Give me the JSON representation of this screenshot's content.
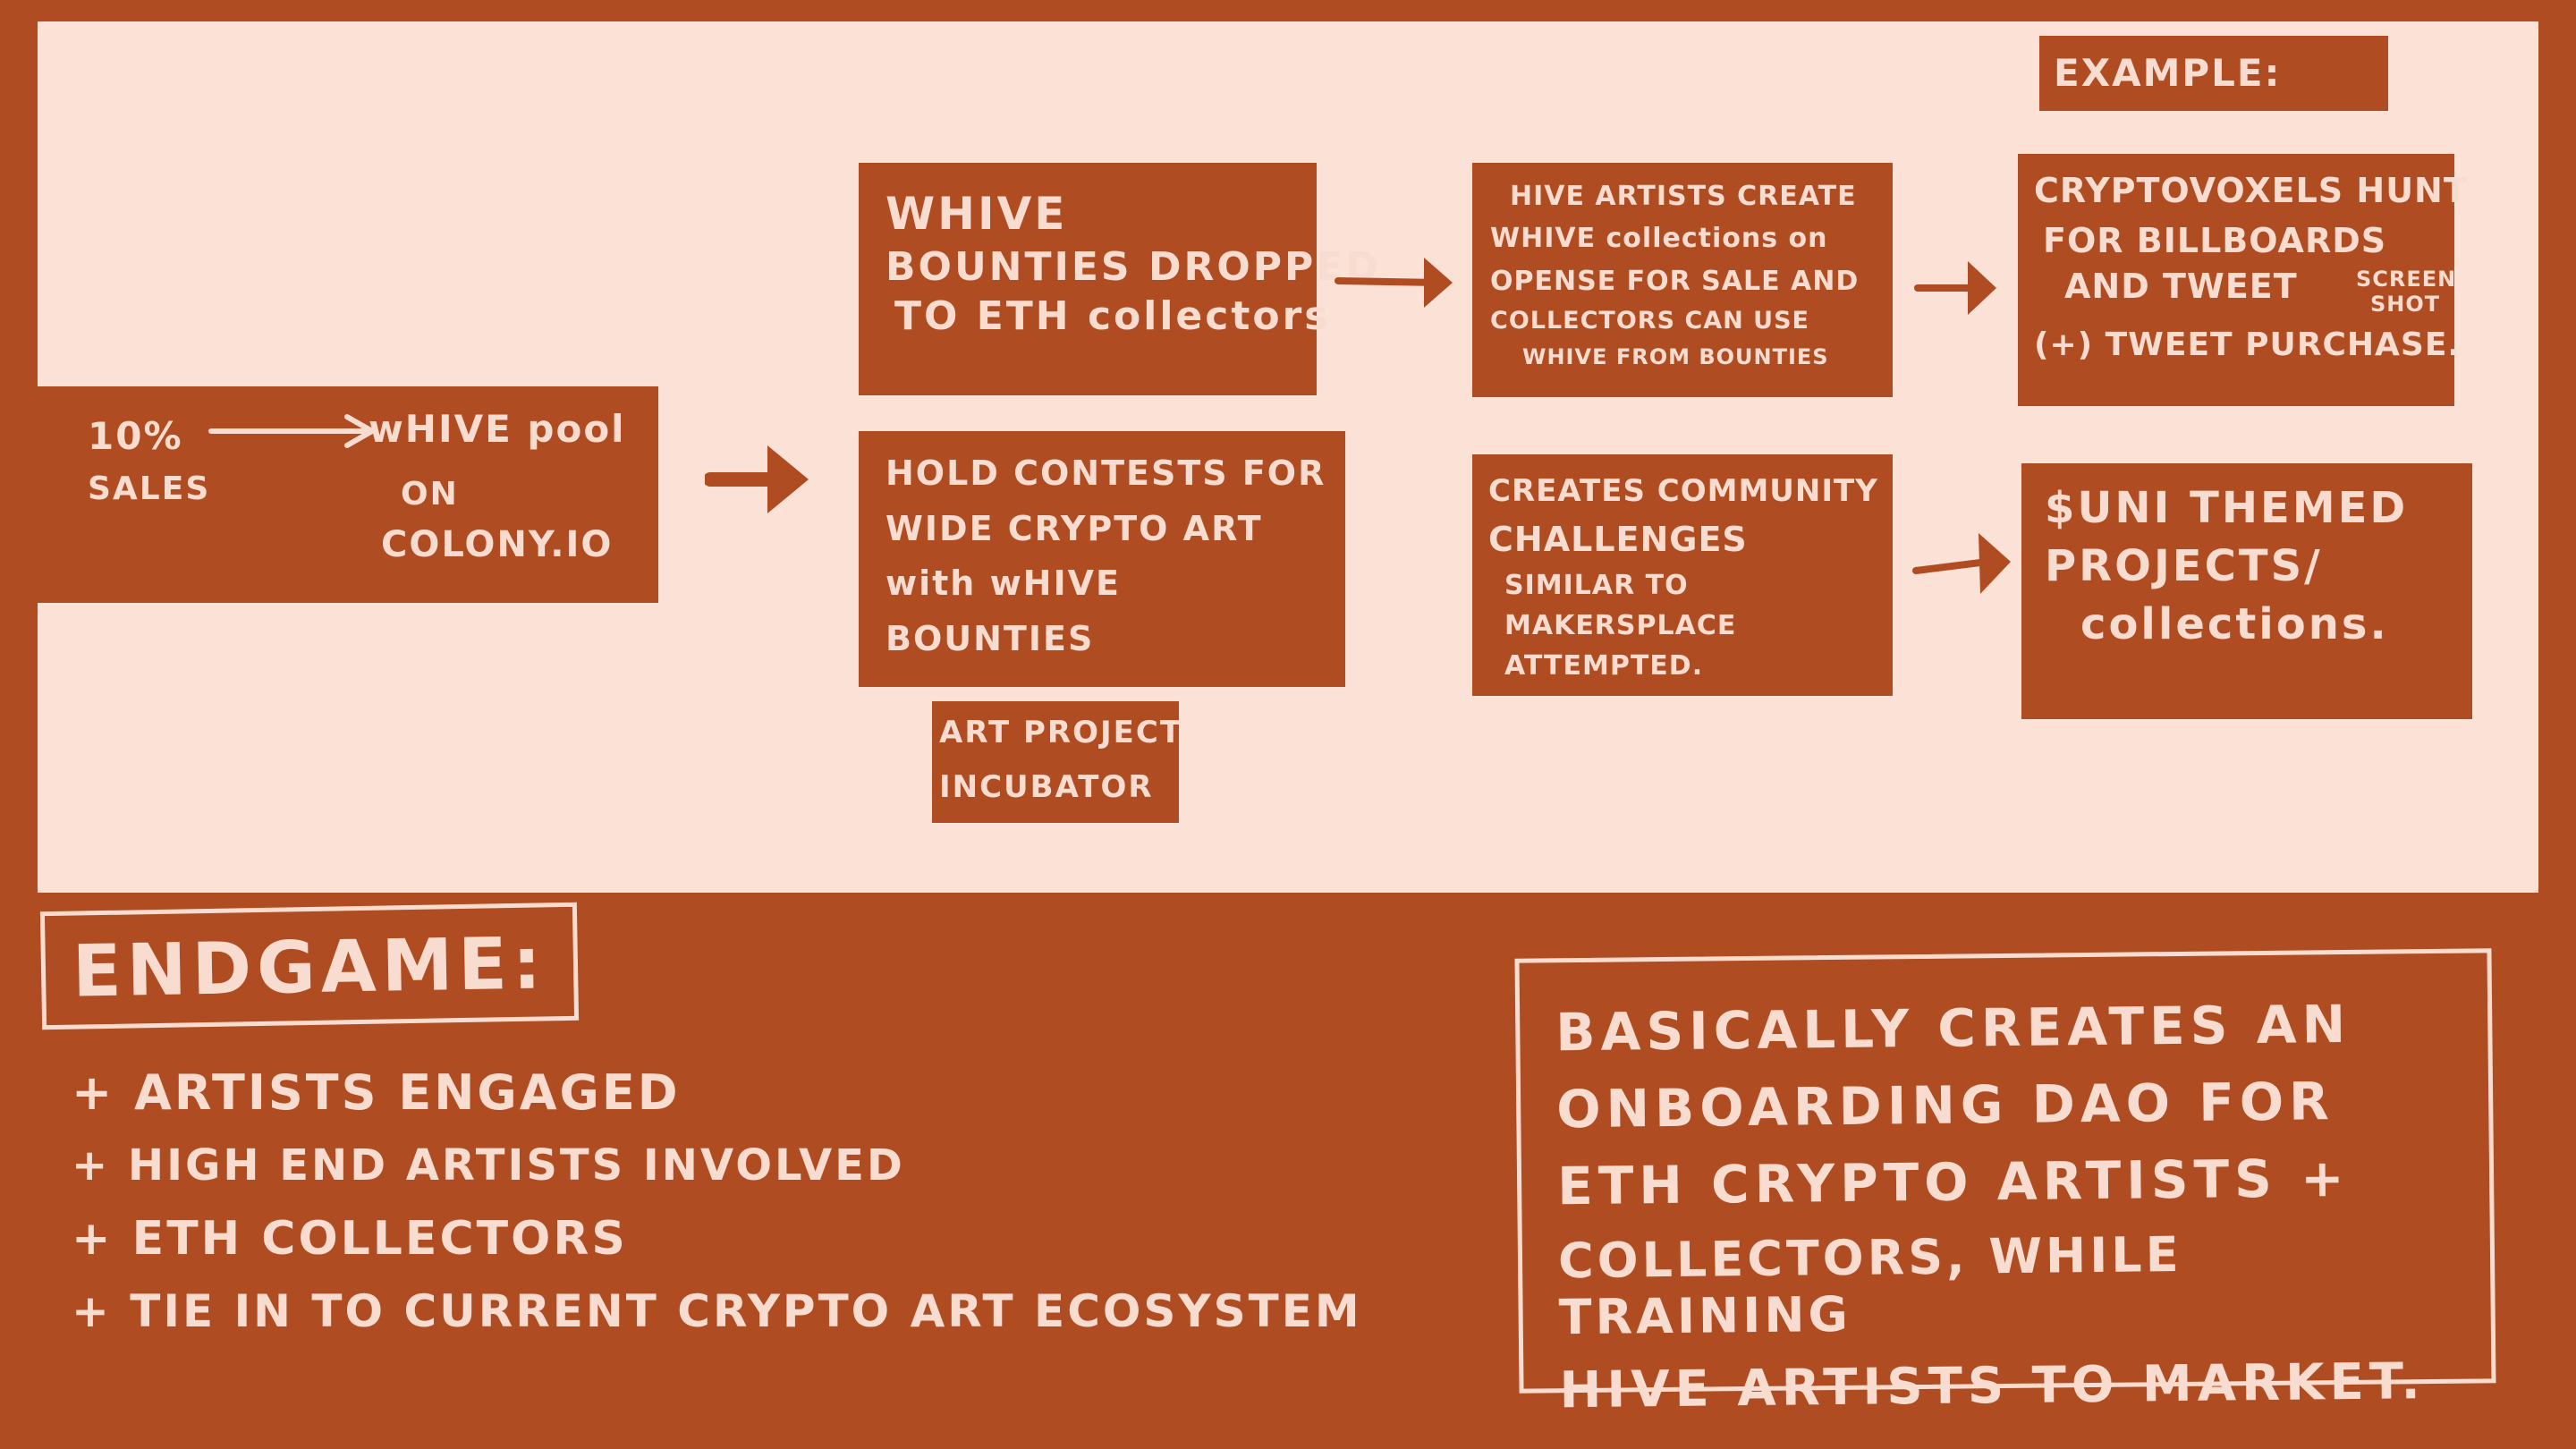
{
  "source": {
    "pct": "10%",
    "pct_sub": "SALES",
    "pool": [
      "wHIVE pool",
      "ON",
      "COLONY.IO"
    ]
  },
  "bounties_box": [
    "wHIVE",
    "BOUNTIES DROPPED",
    "TO ETH collectors"
  ],
  "contests_box": [
    "HOLD CONTESTS FOR",
    "WIDE   CRYPTO ART",
    "with  wHIVE",
    "BOUNTIES"
  ],
  "incubator_box": [
    "ART PROJECT",
    "INCUBATOR"
  ],
  "artists_box": [
    "HIVE ARTISTS CREATE",
    "WHIVE collections on",
    "OPENSE FOR SALE AND",
    "COLLECTORS CAN USE",
    "WHIVE FROM BOUNTIES"
  ],
  "community_box": [
    "CREATES COMMUNITY",
    "CHALLENGES",
    "SIMILAR TO",
    "MAKERSPLACE",
    "ATTEMPTED."
  ],
  "example_label": "EXAMPLE:",
  "cryptovoxels_box": [
    "CRYPTOVOXELS HUNT",
    "FOR BILLBOARDS",
    "AND TWEET",
    "SCREEN",
    "SHOT",
    "(+) TWEET PURCHASE."
  ],
  "uni_box": [
    "$UNI THEMED",
    "PROJECTS/",
    "collections."
  ],
  "endgame": {
    "title": "ENDGAME:",
    "items": [
      "+ ARTISTS ENGAGED",
      "+ HIGH END ARTISTS INVOLVED",
      "+ ETH COLLECTORS",
      "+ TIE IN TO CURRENT CRYPTO ART ECOSYSTEM"
    ]
  },
  "summary": [
    "BASICALLY CREATES AN",
    "ONBOARDING DAO FOR",
    "ETH CRYPTO ARTISTS +",
    "COLLECTORS, WHILE TRAINING",
    "HIVE ARTISTS TO MARKET."
  ],
  "colors": {
    "rust": "#b04c22",
    "cream": "#fbe1d6",
    "ink": "#f8dccf"
  }
}
